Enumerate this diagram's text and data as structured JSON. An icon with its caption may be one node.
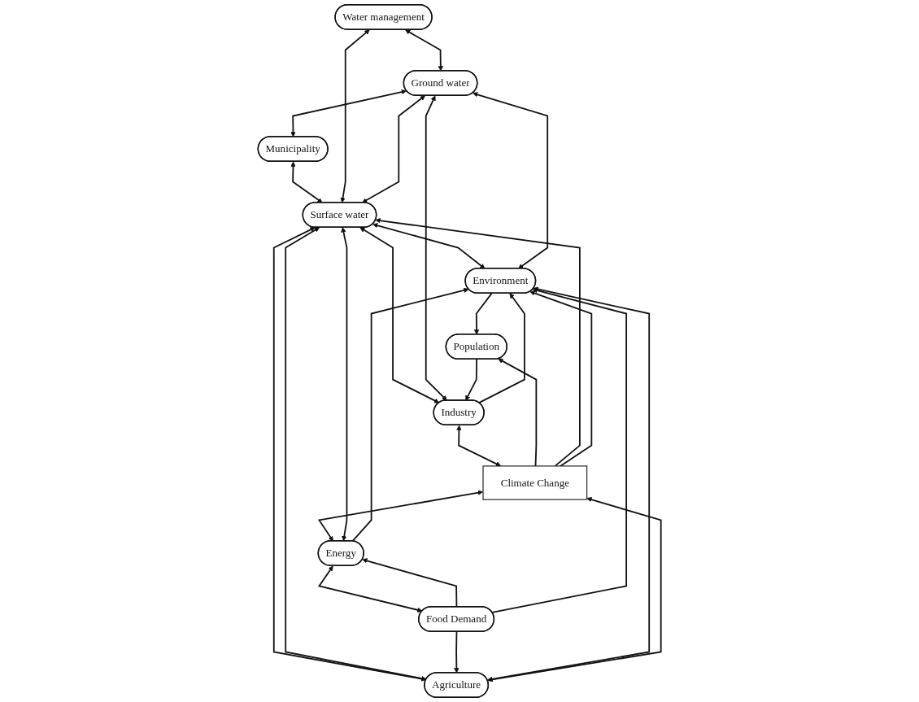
{
  "diagram": {
    "nodes": [
      {
        "text": [
          "Water management"
        ]
      },
      {
        "text": [
          "Surface water"
        ]
      },
      {
        "text": [
          "Ground water"
        ]
      },
      {
        "text": [
          "Energy"
        ]
      },
      {
        "text": [
          "Industry"
        ]
      },
      {
        "text": [
          "Agriculture"
        ]
      },
      {
        "text": [
          "Environment"
        ]
      },
      {
        "text": [
          "Municipality"
        ]
      },
      {
        "text": [
          "Population"
        ]
      },
      {
        "text": [
          "Food Demand"
        ]
      },
      {
        "text": [
          "Climate Change"
        ]
      }
    ],
    "edges": [
      {
        "from": 7,
        "to": 1,
        "arrow": "both"
      },
      {
        "from": 3,
        "to": 1,
        "arrow": "both"
      },
      {
        "from": 1,
        "to": 0,
        "arrow": "both"
      },
      {
        "from": 0,
        "to": 2,
        "arrow": "both"
      },
      {
        "from": 2,
        "to": 7,
        "arrow": "both"
      },
      {
        "from": 1,
        "to": 2,
        "arrow": "both"
      },
      {
        "from": 1,
        "to": 6,
        "arrow": "both"
      },
      {
        "from": 1,
        "to": 4,
        "arrow": "both"
      },
      {
        "from": 1,
        "to": 5,
        "arrow": "both"
      },
      {
        "from": 1,
        "to": 5,
        "arrow": "both"
      },
      {
        "from": 2,
        "to": 4,
        "arrow": "both"
      },
      {
        "from": 2,
        "to": 6,
        "arrow": "both"
      },
      {
        "from": 4,
        "to": 6,
        "arrow": "to"
      },
      {
        "from": 5,
        "to": 6,
        "arrow": "both"
      },
      {
        "from": 3,
        "to": 6,
        "arrow": "to"
      },
      {
        "from": 3,
        "to": 9,
        "arrow": "both"
      },
      {
        "from": 9,
        "to": 3,
        "arrow": "to"
      },
      {
        "from": 10,
        "to": 3,
        "arrow": "both"
      },
      {
        "from": 4,
        "to": 10,
        "arrow": "both"
      },
      {
        "from": 8,
        "to": 4,
        "arrow": "to"
      },
      {
        "from": 5,
        "to": 10,
        "arrow": "both"
      },
      {
        "from": 9,
        "to": 5,
        "arrow": "to"
      },
      {
        "from": 9,
        "to": 6,
        "arrow": "to"
      },
      {
        "from": 10,
        "to": 8,
        "arrow": "to"
      },
      {
        "from": 6,
        "to": 8,
        "arrow": "to"
      },
      {
        "from": 10,
        "to": 1,
        "arrow": "to"
      },
      {
        "from": 10,
        "to": 6,
        "arrow": "to"
      }
    ]
  }
}
